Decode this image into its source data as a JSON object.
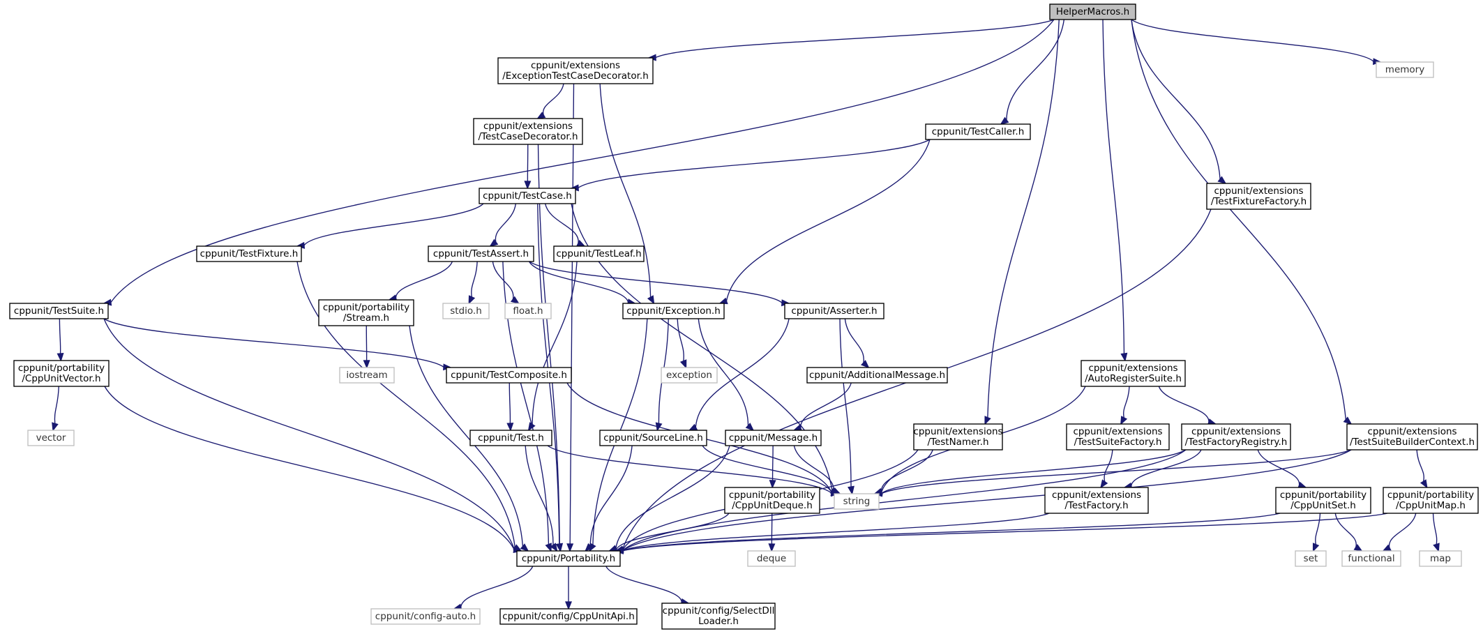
{
  "diagram": {
    "root": "HelperMacros.h",
    "colors": {
      "edge": "#191970",
      "border": "#000000",
      "external_border": "#bfbfbf",
      "root_fill": "#bfbfbf"
    },
    "nodes": [
      {
        "id": "helper_macros",
        "lines": [
          "HelperMacros.h"
        ]
      },
      {
        "id": "exception_decorator",
        "lines": [
          "cppunit/extensions",
          "/ExceptionTestCaseDecorator.h"
        ]
      },
      {
        "id": "memory",
        "lines": [
          "memory"
        ]
      },
      {
        "id": "test_case_decorator",
        "lines": [
          "cppunit/extensions",
          "/TestCaseDecorator.h"
        ]
      },
      {
        "id": "test_caller",
        "lines": [
          "cppunit/TestCaller.h"
        ]
      },
      {
        "id": "test_fixture_factory",
        "lines": [
          "cppunit/extensions",
          "/TestFixtureFactory.h"
        ]
      },
      {
        "id": "test_case",
        "lines": [
          "cppunit/TestCase.h"
        ]
      },
      {
        "id": "test_fixture",
        "lines": [
          "cppunit/TestFixture.h"
        ]
      },
      {
        "id": "test_assert",
        "lines": [
          "cppunit/TestAssert.h"
        ]
      },
      {
        "id": "test_leaf",
        "lines": [
          "cppunit/TestLeaf.h"
        ]
      },
      {
        "id": "test_suite",
        "lines": [
          "cppunit/TestSuite.h"
        ]
      },
      {
        "id": "stream",
        "lines": [
          "cppunit/portability",
          "/Stream.h"
        ]
      },
      {
        "id": "stdio",
        "lines": [
          "stdio.h"
        ]
      },
      {
        "id": "float",
        "lines": [
          "float.h"
        ]
      },
      {
        "id": "exception_h",
        "lines": [
          "cppunit/Exception.h"
        ]
      },
      {
        "id": "asserter",
        "lines": [
          "cppunit/Asserter.h"
        ]
      },
      {
        "id": "cpp_unit_vector",
        "lines": [
          "cppunit/portability",
          "/CppUnitVector.h"
        ]
      },
      {
        "id": "iostream",
        "lines": [
          "iostream"
        ]
      },
      {
        "id": "test_composite",
        "lines": [
          "cppunit/TestComposite.h"
        ]
      },
      {
        "id": "exception_std",
        "lines": [
          "exception"
        ]
      },
      {
        "id": "additional_message",
        "lines": [
          "cppunit/AdditionalMessage.h"
        ]
      },
      {
        "id": "auto_register_suite",
        "lines": [
          "cppunit/extensions",
          "/AutoRegisterSuite.h"
        ]
      },
      {
        "id": "vector",
        "lines": [
          "vector"
        ]
      },
      {
        "id": "test_h",
        "lines": [
          "cppunit/Test.h"
        ]
      },
      {
        "id": "source_line",
        "lines": [
          "cppunit/SourceLine.h"
        ]
      },
      {
        "id": "message",
        "lines": [
          "cppunit/Message.h"
        ]
      },
      {
        "id": "test_namer",
        "lines": [
          "cppunit/extensions",
          "/TestNamer.h"
        ]
      },
      {
        "id": "test_suite_factory",
        "lines": [
          "cppunit/extensions",
          "/TestSuiteFactory.h"
        ]
      },
      {
        "id": "test_factory_registry",
        "lines": [
          "cppunit/extensions",
          "/TestFactoryRegistry.h"
        ]
      },
      {
        "id": "test_suite_builder_context",
        "lines": [
          "cppunit/extensions",
          "/TestSuiteBuilderContext.h"
        ]
      },
      {
        "id": "string",
        "lines": [
          "string"
        ]
      },
      {
        "id": "cpp_unit_deque",
        "lines": [
          "cppunit/portability",
          "/CppUnitDeque.h"
        ]
      },
      {
        "id": "test_factory",
        "lines": [
          "cppunit/extensions",
          "/TestFactory.h"
        ]
      },
      {
        "id": "cpp_unit_set",
        "lines": [
          "cppunit/portability",
          "/CppUnitSet.h"
        ]
      },
      {
        "id": "cpp_unit_map",
        "lines": [
          "cppunit/portability",
          "/CppUnitMap.h"
        ]
      },
      {
        "id": "portability",
        "lines": [
          "cppunit/Portability.h"
        ]
      },
      {
        "id": "deque",
        "lines": [
          "deque"
        ]
      },
      {
        "id": "set",
        "lines": [
          "set"
        ]
      },
      {
        "id": "functional",
        "lines": [
          "functional"
        ]
      },
      {
        "id": "map",
        "lines": [
          "map"
        ]
      },
      {
        "id": "config_auto",
        "lines": [
          "cppunit/config-auto.h"
        ]
      },
      {
        "id": "cpp_unit_api",
        "lines": [
          "cppunit/config/CppUnitApi.h"
        ]
      },
      {
        "id": "select_dll_loader",
        "lines": [
          "cppunit/config/SelectDll",
          "Loader.h"
        ]
      }
    ],
    "edges": [
      [
        "helper_macros",
        "exception_decorator"
      ],
      [
        "helper_macros",
        "memory"
      ],
      [
        "helper_macros",
        "test_caller"
      ],
      [
        "helper_macros",
        "test_fixture_factory"
      ],
      [
        "helper_macros",
        "test_suite"
      ],
      [
        "helper_macros",
        "auto_register_suite"
      ],
      [
        "helper_macros",
        "test_namer"
      ],
      [
        "helper_macros",
        "test_suite_builder_context"
      ],
      [
        "exception_decorator",
        "test_case_decorator"
      ],
      [
        "exception_decorator",
        "exception_h"
      ],
      [
        "exception_decorator",
        "portability"
      ],
      [
        "test_case_decorator",
        "test_case"
      ],
      [
        "test_case_decorator",
        "portability"
      ],
      [
        "test_caller",
        "test_case"
      ],
      [
        "test_caller",
        "exception_h"
      ],
      [
        "test_fixture_factory",
        "portability"
      ],
      [
        "test_case",
        "test_fixture"
      ],
      [
        "test_case",
        "test_assert"
      ],
      [
        "test_case",
        "test_leaf"
      ],
      [
        "test_case",
        "string"
      ],
      [
        "test_case",
        "portability"
      ],
      [
        "test_fixture",
        "portability"
      ],
      [
        "test_assert",
        "stream"
      ],
      [
        "test_assert",
        "stdio"
      ],
      [
        "test_assert",
        "float"
      ],
      [
        "test_assert",
        "exception_h"
      ],
      [
        "test_assert",
        "asserter"
      ],
      [
        "test_assert",
        "portability"
      ],
      [
        "test_leaf",
        "test_h"
      ],
      [
        "test_suite",
        "cpp_unit_vector"
      ],
      [
        "test_suite",
        "test_composite"
      ],
      [
        "test_suite",
        "portability"
      ],
      [
        "stream",
        "iostream"
      ],
      [
        "stream",
        "portability"
      ],
      [
        "exception_h",
        "exception_std"
      ],
      [
        "exception_h",
        "source_line"
      ],
      [
        "exception_h",
        "message"
      ],
      [
        "exception_h",
        "portability"
      ],
      [
        "asserter",
        "additional_message"
      ],
      [
        "asserter",
        "source_line"
      ],
      [
        "asserter",
        "string"
      ],
      [
        "cpp_unit_vector",
        "vector"
      ],
      [
        "cpp_unit_vector",
        "portability"
      ],
      [
        "test_composite",
        "test_h"
      ],
      [
        "test_composite",
        "string"
      ],
      [
        "additional_message",
        "message"
      ],
      [
        "auto_register_suite",
        "test_suite_factory"
      ],
      [
        "auto_register_suite",
        "test_factory_registry"
      ],
      [
        "auto_register_suite",
        "string"
      ],
      [
        "test_h",
        "portability"
      ],
      [
        "test_h",
        "string"
      ],
      [
        "source_line",
        "portability"
      ],
      [
        "source_line",
        "string"
      ],
      [
        "message",
        "cpp_unit_deque"
      ],
      [
        "message",
        "string"
      ],
      [
        "message",
        "portability"
      ],
      [
        "test_namer",
        "string"
      ],
      [
        "test_namer",
        "portability"
      ],
      [
        "test_suite_factory",
        "test_factory"
      ],
      [
        "test_factory_registry",
        "test_factory"
      ],
      [
        "test_factory_registry",
        "cpp_unit_set"
      ],
      [
        "test_factory_registry",
        "string"
      ],
      [
        "test_factory_registry",
        "portability"
      ],
      [
        "test_suite_builder_context",
        "cpp_unit_map"
      ],
      [
        "test_suite_builder_context",
        "string"
      ],
      [
        "test_suite_builder_context",
        "portability"
      ],
      [
        "cpp_unit_deque",
        "deque"
      ],
      [
        "cpp_unit_deque",
        "portability"
      ],
      [
        "test_factory",
        "portability"
      ],
      [
        "cpp_unit_set",
        "set"
      ],
      [
        "cpp_unit_set",
        "functional"
      ],
      [
        "cpp_unit_set",
        "portability"
      ],
      [
        "cpp_unit_map",
        "functional"
      ],
      [
        "cpp_unit_map",
        "map"
      ],
      [
        "cpp_unit_map",
        "portability"
      ],
      [
        "portability",
        "config_auto"
      ],
      [
        "portability",
        "cpp_unit_api"
      ],
      [
        "portability",
        "select_dll_loader"
      ]
    ]
  }
}
